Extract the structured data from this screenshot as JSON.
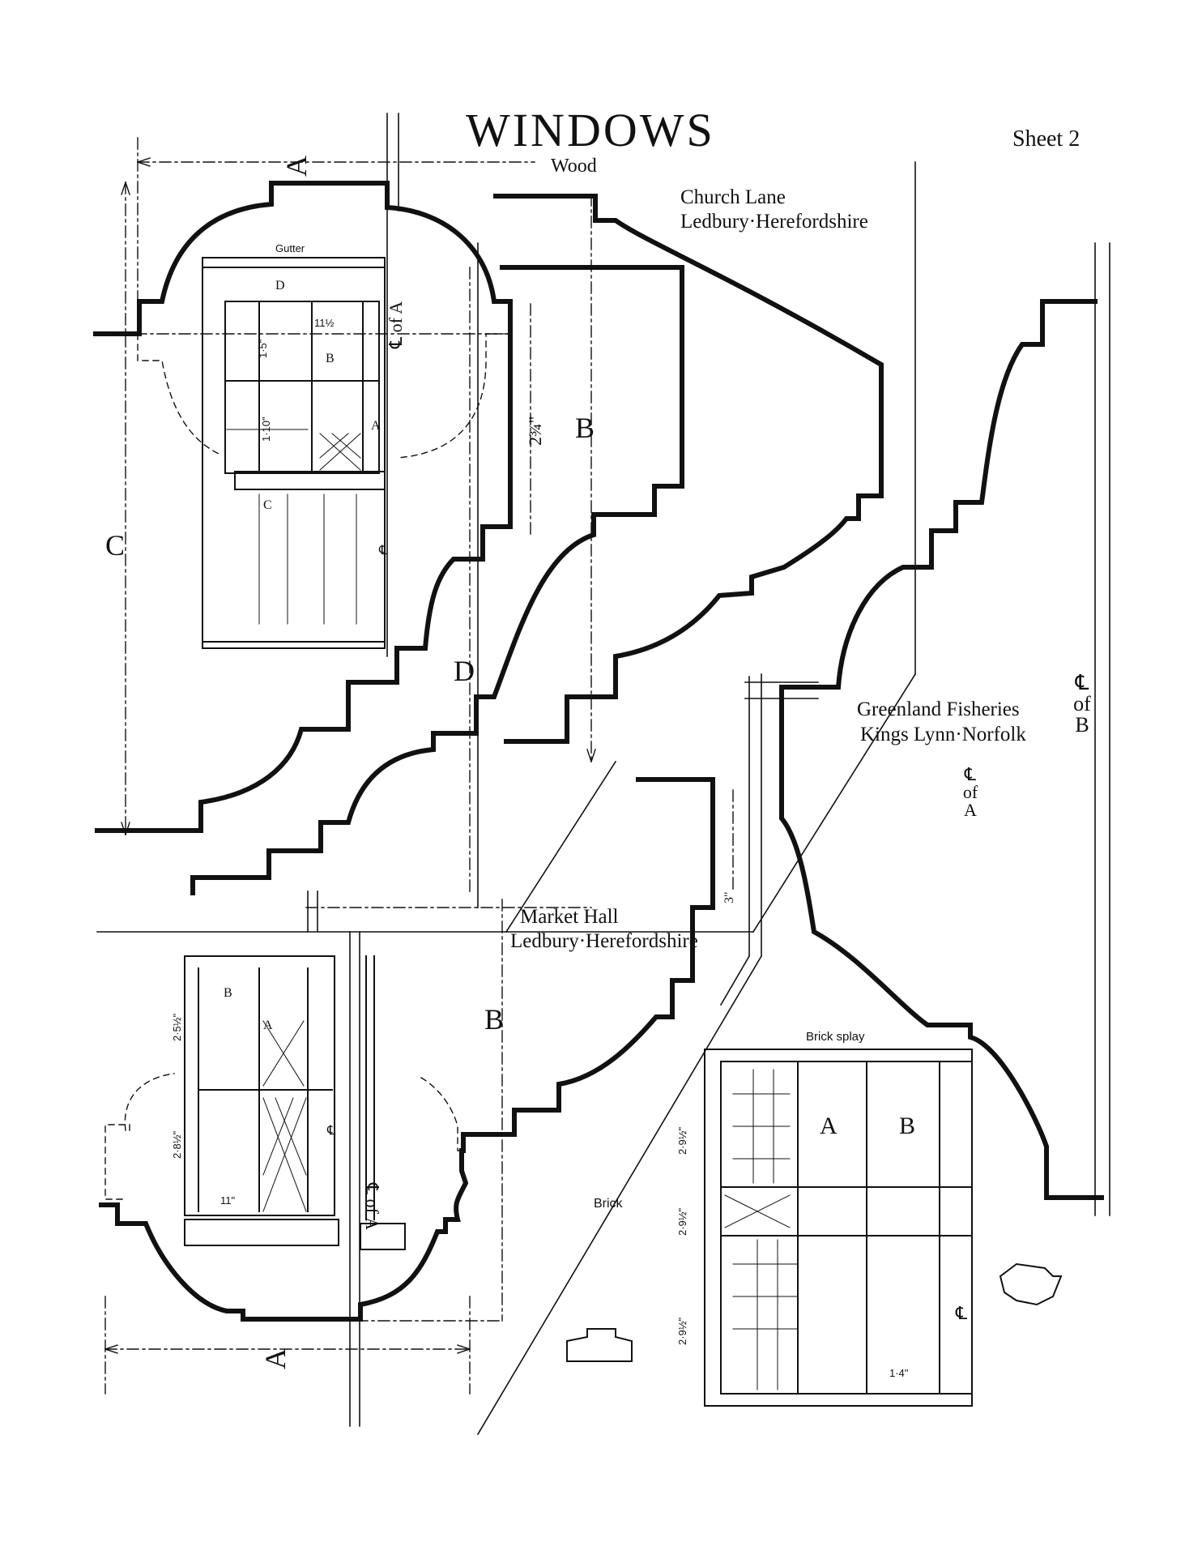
{
  "header": {
    "title": "WINDOWS",
    "subtitle": "Wood",
    "sheet": "Sheet 2"
  },
  "places": {
    "church_lane_1": "Church Lane",
    "church_lane_2": "Ledbury·Herefordshire",
    "greenland_1": "Greenland Fisheries",
    "greenland_2": "Kings Lynn·Norfolk",
    "market_hall_1": "Market Hall",
    "market_hall_2": "Ledbury·Herefordshire"
  },
  "section_labels": {
    "a_top": "A",
    "a_bottom": "A",
    "b_right": "B",
    "b_lower": "B",
    "c_left": "C",
    "d_center": "D"
  },
  "centerline_labels": {
    "cl_a_top": "℄ of A",
    "cl_b_right": "℄ of B",
    "cl_a_right": "℄ of A",
    "cl_a_lower": "℄ of A"
  },
  "detail_labels": {
    "gutter": "Gutter",
    "brick_splay": "Brick splay",
    "brick": "Brick",
    "d": "D",
    "b1": "B",
    "a1": "A",
    "c": "C",
    "cl1": "℄",
    "b2": "B",
    "a2": "A",
    "cl2": "℄",
    "a3": "A",
    "b3": "B",
    "cl3": "℄"
  },
  "dimensions": {
    "d_11half": "11½",
    "d_1_5": "1·5\"",
    "d_1_10": "1·10\"",
    "d_2_3q": "2¾\"",
    "d_3": "3\"",
    "d_2_5half": "2·5½\"",
    "d_2_8half": "2·8½\"",
    "d_11": "11\"",
    "d_2_9half_a": "2·9½\"",
    "d_2_9half_b": "2·9½\"",
    "d_2_9half_c": "2·9½\"",
    "d_1_4": "1·4\""
  }
}
